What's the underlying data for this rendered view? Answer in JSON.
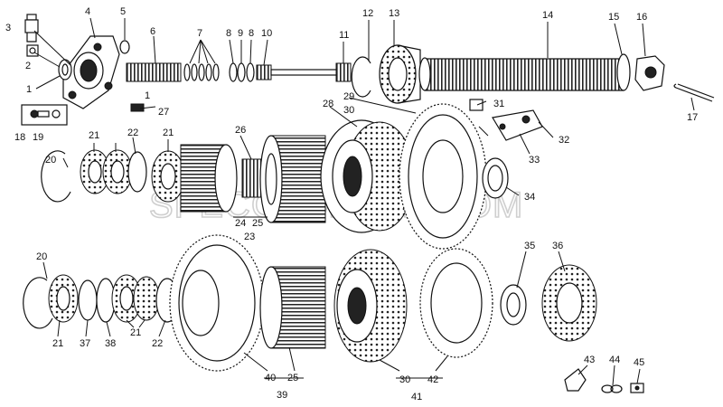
{
  "watermark": "SPECCOMPLAT.COM",
  "callouts": [
    {
      "id": "c1a",
      "text": "1"
    },
    {
      "id": "c1b",
      "text": "1"
    },
    {
      "id": "c2",
      "text": "2"
    },
    {
      "id": "c3",
      "text": "3"
    },
    {
      "id": "c4",
      "text": "4"
    },
    {
      "id": "c5",
      "text": "5"
    },
    {
      "id": "c6",
      "text": "6"
    },
    {
      "id": "c7",
      "text": "7"
    },
    {
      "id": "c8a",
      "text": "8"
    },
    {
      "id": "c9",
      "text": "9"
    },
    {
      "id": "c8b",
      "text": "8"
    },
    {
      "id": "c10",
      "text": "10"
    },
    {
      "id": "c11",
      "text": "11"
    },
    {
      "id": "c12",
      "text": "12"
    },
    {
      "id": "c13",
      "text": "13"
    },
    {
      "id": "c14",
      "text": "14"
    },
    {
      "id": "c15",
      "text": "15"
    },
    {
      "id": "c16",
      "text": "16"
    },
    {
      "id": "c17",
      "text": "17"
    },
    {
      "id": "c18",
      "text": "18"
    },
    {
      "id": "c19",
      "text": "19"
    },
    {
      "id": "c27",
      "text": "27"
    },
    {
      "id": "c20a",
      "text": "20"
    },
    {
      "id": "c21a",
      "text": "21"
    },
    {
      "id": "c22a",
      "text": "22"
    },
    {
      "id": "c21b",
      "text": "21"
    },
    {
      "id": "c26",
      "text": "26"
    },
    {
      "id": "c24",
      "text": "24"
    },
    {
      "id": "c25a",
      "text": "25"
    },
    {
      "id": "c23",
      "text": "23"
    },
    {
      "id": "c28",
      "text": "28"
    },
    {
      "id": "c29",
      "text": "29"
    },
    {
      "id": "c30a",
      "text": "30"
    },
    {
      "id": "c31",
      "text": "31"
    },
    {
      "id": "c32",
      "text": "32"
    },
    {
      "id": "c33",
      "text": "33"
    },
    {
      "id": "c34",
      "text": "34"
    },
    {
      "id": "c20b",
      "text": "20"
    },
    {
      "id": "c21c",
      "text": "21"
    },
    {
      "id": "c37",
      "text": "37"
    },
    {
      "id": "c38",
      "text": "38"
    },
    {
      "id": "c21d",
      "text": "21"
    },
    {
      "id": "c22b",
      "text": "22"
    },
    {
      "id": "c40",
      "text": "40"
    },
    {
      "id": "c25b",
      "text": "25"
    },
    {
      "id": "c39",
      "text": "39"
    },
    {
      "id": "c30b",
      "text": "30"
    },
    {
      "id": "c42",
      "text": "42"
    },
    {
      "id": "c41",
      "text": "41"
    },
    {
      "id": "c35",
      "text": "35"
    },
    {
      "id": "c36",
      "text": "36"
    },
    {
      "id": "c43",
      "text": "43"
    },
    {
      "id": "c44",
      "text": "44"
    },
    {
      "id": "c45",
      "text": "45"
    }
  ]
}
